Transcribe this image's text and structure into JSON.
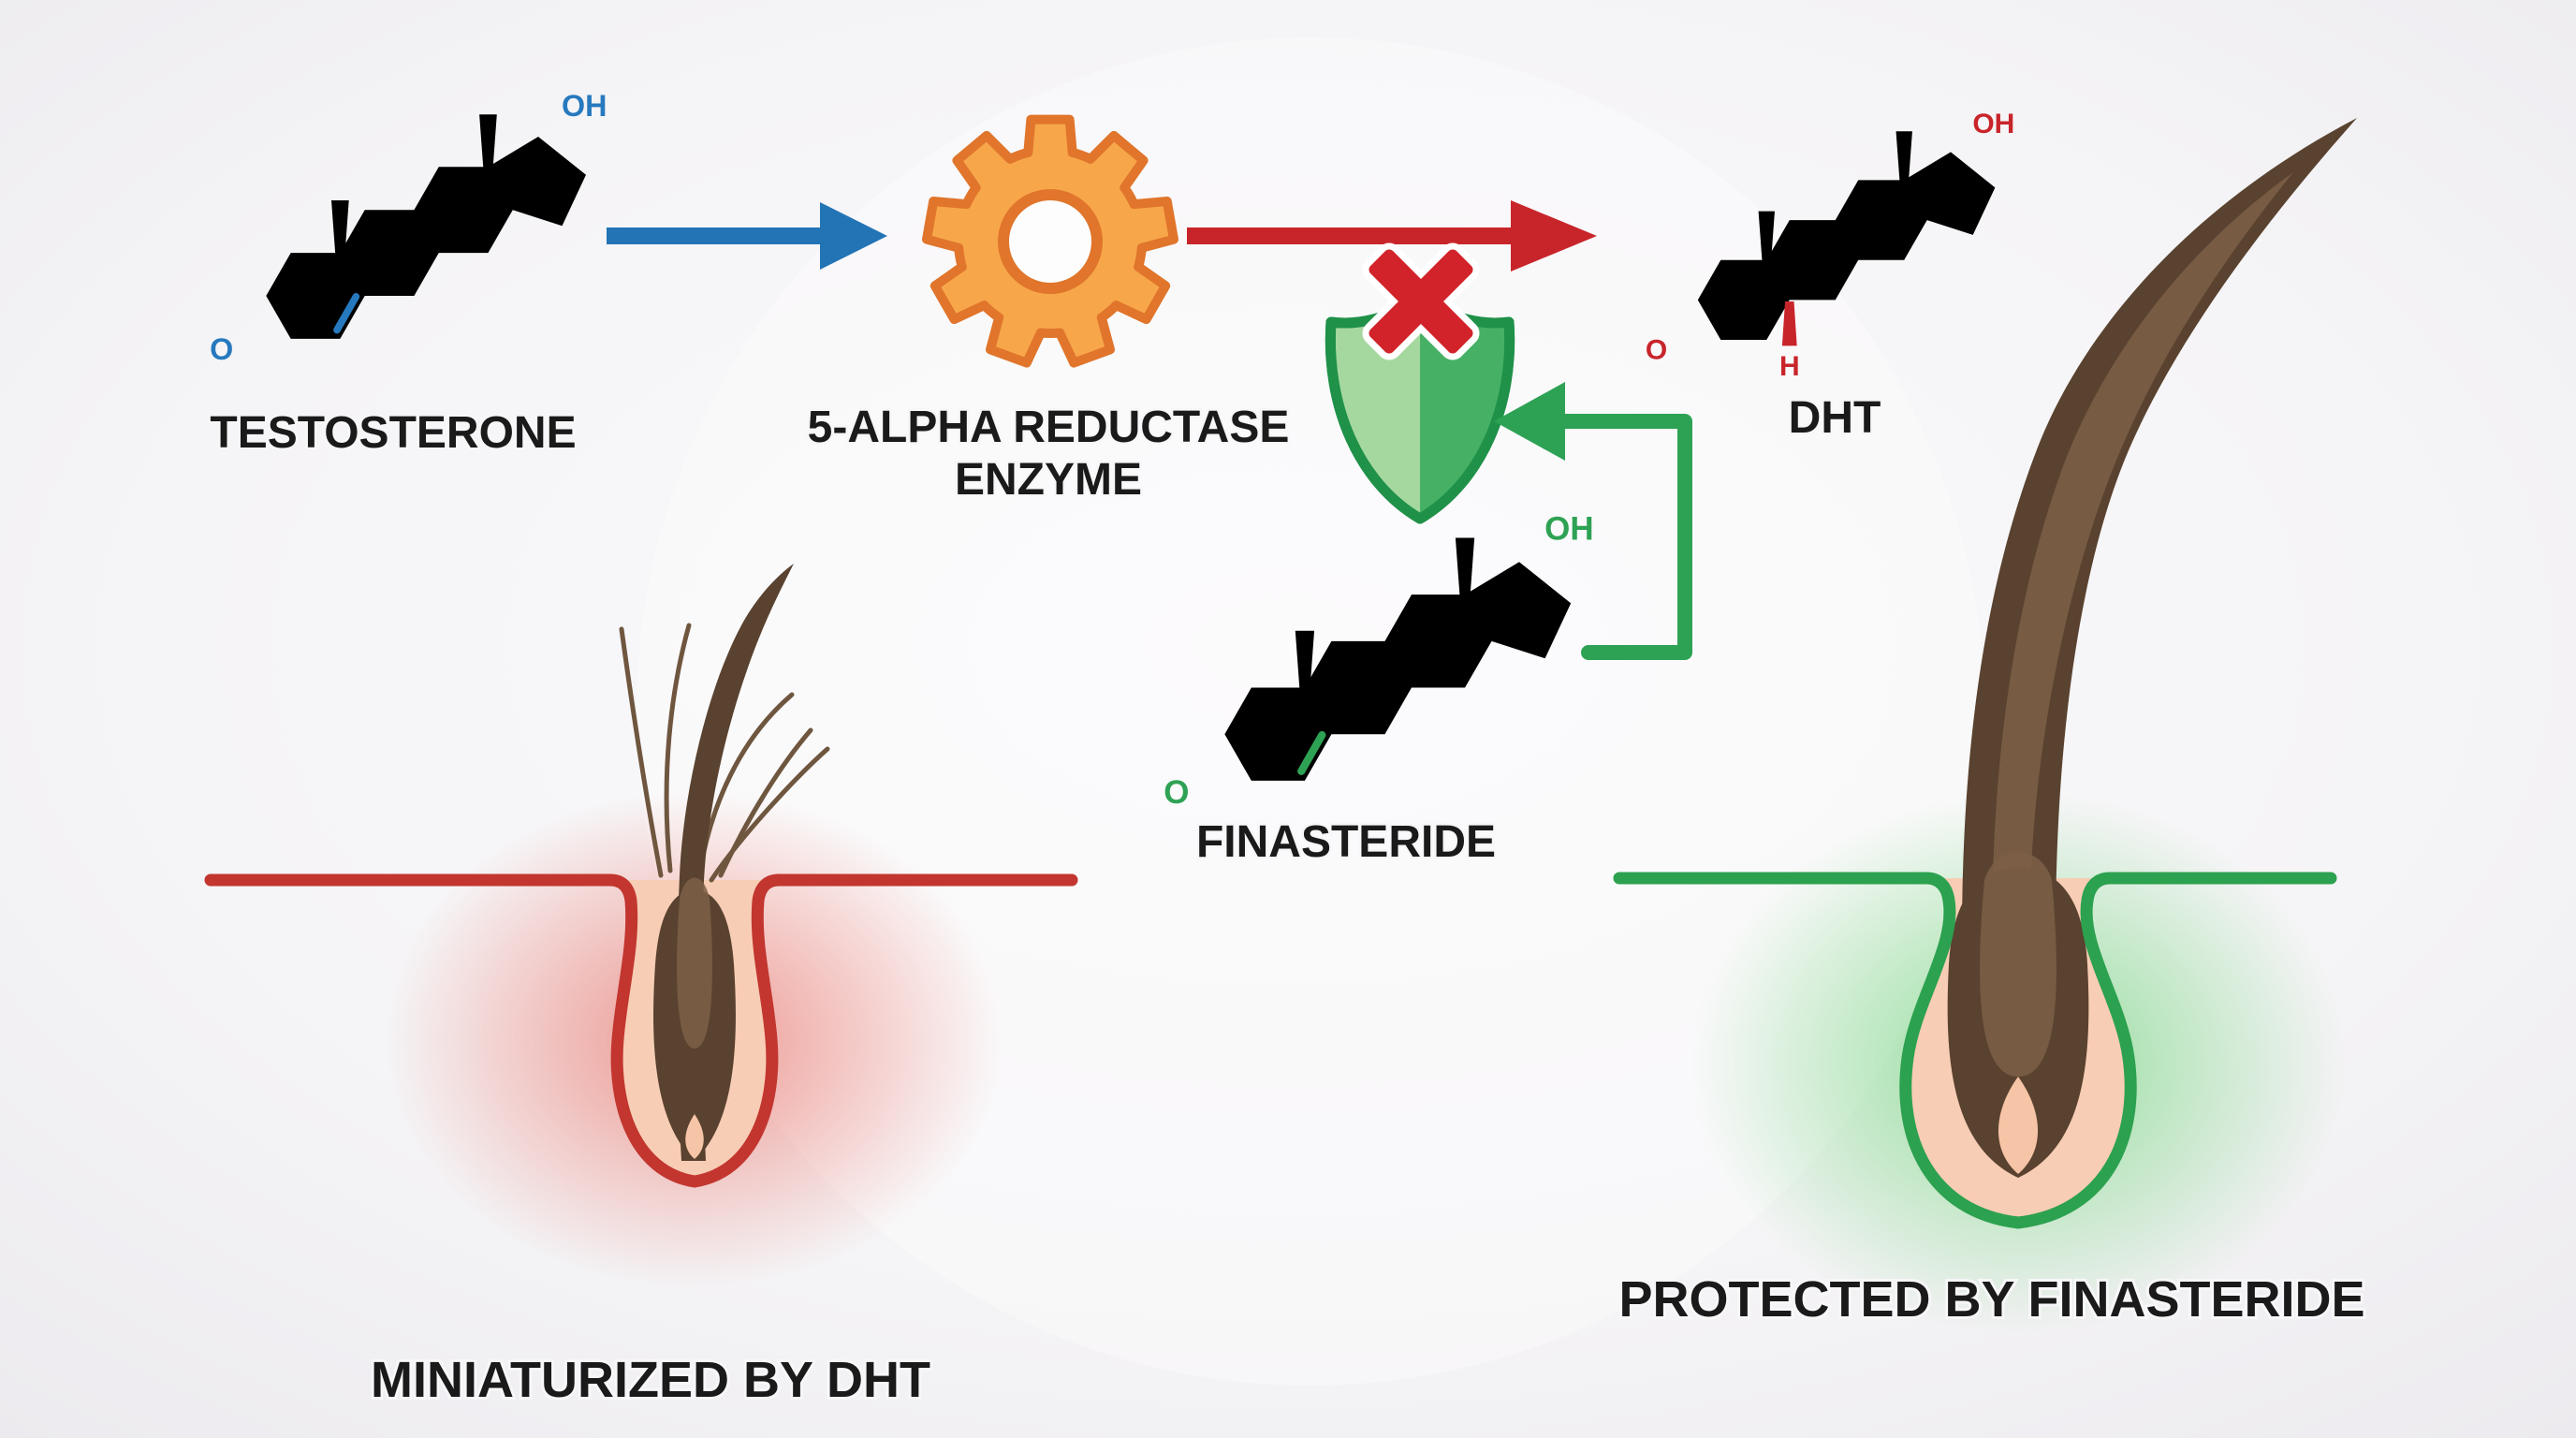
{
  "molecules": {
    "testosterone": {
      "name": "TESTOSTERONE",
      "hydroxyl": "OH",
      "ketone": "O"
    },
    "dht": {
      "name": "DHT",
      "hydroxyl": "OH",
      "ketone": "O",
      "hydrogen": "H"
    },
    "finasteride": {
      "name": "FINASTERIDE",
      "hydroxyl": "OH",
      "ketone": "O"
    }
  },
  "enzyme": {
    "label_line1": "5-ALPHA REDUCTASE",
    "label_line2": "ENZYME"
  },
  "captions": {
    "left": "MINIATURIZED BY DHT",
    "right": "PROTECTED BY FINASTERIDE"
  },
  "colors": {
    "testosterone_stroke": "#2679BE",
    "testosterone_fill": "#8CC8EB",
    "conversion_arrow": "#2374B5",
    "dht_stroke": "#C8252B",
    "dht_fill": "#F29092",
    "dht_arrow": "#C8252B",
    "finasteride_stroke": "#2EA254",
    "finasteride_fill": "#96D8A0",
    "enzyme_gear_fill": "#F7A74A",
    "enzyme_gear_stroke": "#E0752B",
    "shield_border": "#1F9148",
    "shield_light": "#A5D89F",
    "shield_dark": "#46B165",
    "block_x": "#D2232A",
    "skin_left_line": "#C2362F",
    "skin_right_line": "#2CA14F",
    "hair_brown": "#59422F",
    "skin_pink": "#F8CDB5",
    "label_text": "#1A1A1A"
  }
}
